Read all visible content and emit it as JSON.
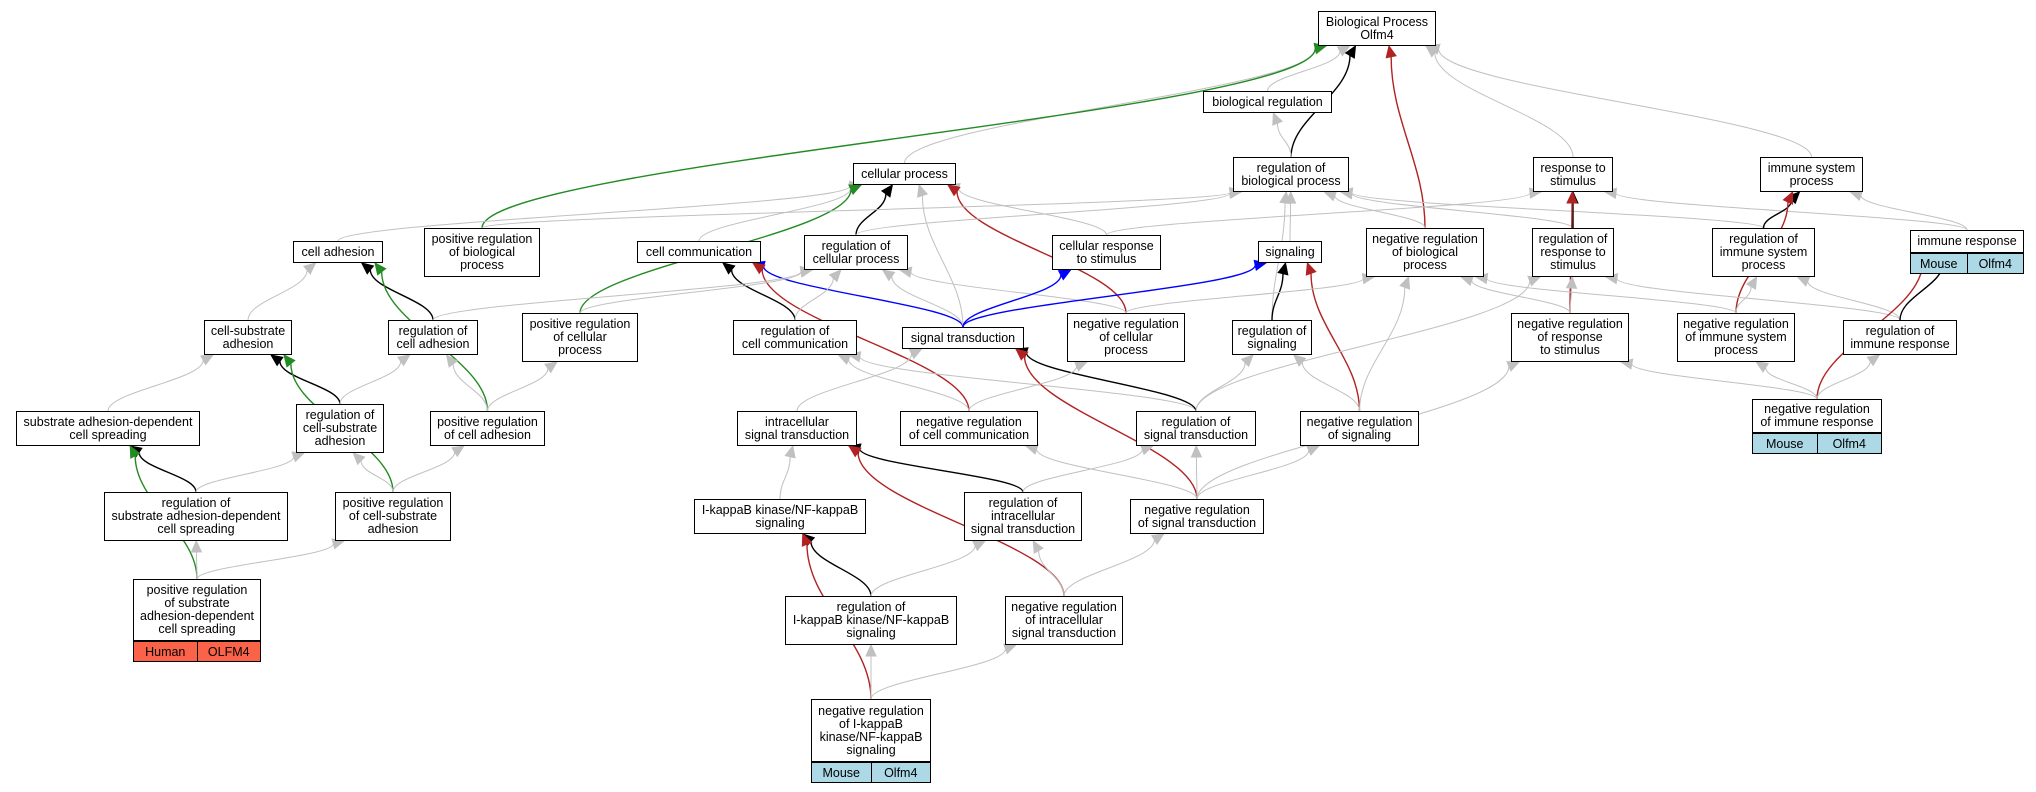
{
  "nodes": {
    "bp": "Biological Process\nOlfm4",
    "breg": "biological regulation",
    "cellproc": "cellular process",
    "regbp": "regulation of\nbiological process",
    "respstim": "response to\nstimulus",
    "immsys": "immune system\nprocess",
    "celladh": "cell adhesion",
    "posregbp": "positive regulation\nof biological\nprocess",
    "cellcomm": "cell communication",
    "regcp": "regulation of\ncellular process",
    "cellresp": "cellular response\nto stimulus",
    "signaling": "signaling",
    "negregbp": "negative regulation\nof biological\nprocess",
    "regresp": "regulation of\nresponse to\nstimulus",
    "regimmsys": "regulation of\nimmune system\nprocess",
    "immresp": "immune response",
    "cellsub": "cell-substrate\nadhesion",
    "regcelladh": "regulation of\ncell adhesion",
    "posregcp": "positive regulation\nof cellular\nprocess",
    "regcellcomm": "regulation of\ncell communication",
    "sigtrans": "signal transduction",
    "negregcp": "negative regulation\nof cellular\nprocess",
    "regsig": "regulation of\nsignaling",
    "negregresp": "negative regulation\nof response\nto stimulus",
    "negregimmsys": "negative regulation\nof immune system\nprocess",
    "regimmresp": "regulation of\nimmune response",
    "subadh": "substrate adhesion-dependent\ncell spreading",
    "regcellsub": "regulation of\ncell-substrate\nadhesion",
    "posregcelladh": "positive regulation\nof cell adhesion",
    "intrasig": "intracellular\nsignal transduction",
    "negregcellcomm": "negative regulation\nof cell communication",
    "regsigtrans": "regulation of\nsignal transduction",
    "negregsig": "negative regulation\nof signaling",
    "negregimmresp": "negative regulation\nof immune response",
    "regsubadh": "regulation of\nsubstrate adhesion-dependent\ncell spreading",
    "posregcellsub": "positive regulation\nof cell-substrate\nadhesion",
    "ikk": "I-kappaB kinase/NF-kappaB\nsignaling",
    "regintrasig": "regulation of\nintracellular\nsignal transduction",
    "negregsigtrans": "negative regulation\nof signal transduction",
    "posregsubadh": "positive regulation\nof substrate\nadhesion-dependent\ncell spreading",
    "regikk": "regulation of\nI-kappaB kinase/NF-kappaB\nsignaling",
    "negregintrasig": "negative regulation\nof intracellular\nsignal transduction",
    "negregikk": "negative regulation\nof I-kappaB\nkinase/NF-kappaB\nsignaling"
  },
  "annotations": {
    "immresp": [
      "Mouse",
      "Olfm4"
    ],
    "negregimmresp": [
      "Mouse",
      "Olfm4"
    ],
    "posregsubadh": [
      "Human",
      "OLFM4"
    ],
    "negregikk": [
      "Mouse",
      "Olfm4"
    ]
  },
  "colors": {
    "is_a": "#c0c0c0",
    "part_of": "#000000",
    "positively_regulates": "#228b22",
    "negatively_regulates": "#b22222",
    "regulates": "#0000ff",
    "mouse_annotation": "#add8e6",
    "human_annotation": "#fa6347"
  },
  "edges": [
    [
      "cellproc",
      "bp",
      "gray"
    ],
    [
      "breg",
      "bp",
      "gray"
    ],
    [
      "regbp",
      "bp",
      "black"
    ],
    [
      "respstim",
      "bp",
      "gray"
    ],
    [
      "immsys",
      "bp",
      "gray"
    ],
    [
      "posregbp",
      "bp",
      "green"
    ],
    [
      "negregbp",
      "bp",
      "red"
    ],
    [
      "regbp",
      "breg",
      "gray"
    ],
    [
      "celladh",
      "cellproc",
      "gray"
    ],
    [
      "cellcomm",
      "cellproc",
      "gray"
    ],
    [
      "regcp",
      "cellproc",
      "black"
    ],
    [
      "cellresp",
      "cellproc",
      "gray"
    ],
    [
      "sigtrans",
      "cellproc",
      "gray"
    ],
    [
      "negregcp",
      "cellproc",
      "red"
    ],
    [
      "posregcp",
      "cellproc",
      "green"
    ],
    [
      "regcp",
      "regbp",
      "gray"
    ],
    [
      "posregbp",
      "regbp",
      "gray"
    ],
    [
      "negregbp",
      "regbp",
      "gray"
    ],
    [
      "regresp",
      "regbp",
      "gray"
    ],
    [
      "regimmsys",
      "regbp",
      "gray"
    ],
    [
      "signaling",
      "regbp",
      "gray"
    ],
    [
      "regsig",
      "regbp",
      "gray"
    ],
    [
      "cellresp",
      "respstim",
      "gray"
    ],
    [
      "regresp",
      "respstim",
      "black"
    ],
    [
      "negregresp",
      "respstim",
      "red"
    ],
    [
      "immresp",
      "respstim",
      "gray"
    ],
    [
      "regimmsys",
      "immsys",
      "black"
    ],
    [
      "negregimmsys",
      "immsys",
      "red"
    ],
    [
      "immresp",
      "immsys",
      "gray"
    ],
    [
      "cellsub",
      "celladh",
      "gray"
    ],
    [
      "regcelladh",
      "celladh",
      "black"
    ],
    [
      "posregcelladh",
      "celladh",
      "green"
    ],
    [
      "regcellcomm",
      "cellcomm",
      "black"
    ],
    [
      "sigtrans",
      "cellcomm",
      "blue"
    ],
    [
      "negregcellcomm",
      "cellcomm",
      "red"
    ],
    [
      "posregcp",
      "regcp",
      "gray"
    ],
    [
      "regcellcomm",
      "regcp",
      "gray"
    ],
    [
      "sigtrans",
      "regcp",
      "gray"
    ],
    [
      "negregcp",
      "regcp",
      "gray"
    ],
    [
      "regcelladh",
      "regcp",
      "gray"
    ],
    [
      "sigtrans",
      "cellresp",
      "blue"
    ],
    [
      "sigtrans",
      "signaling",
      "blue"
    ],
    [
      "regsig",
      "signaling",
      "black"
    ],
    [
      "negregsig",
      "signaling",
      "red"
    ],
    [
      "negregcp",
      "negregbp",
      "gray"
    ],
    [
      "negregresp",
      "negregbp",
      "gray"
    ],
    [
      "negregsig",
      "negregbp",
      "gray"
    ],
    [
      "negregimmsys",
      "negregbp",
      "gray"
    ],
    [
      "negregresp",
      "regresp",
      "gray"
    ],
    [
      "regimmresp",
      "regresp",
      "gray"
    ],
    [
      "regsigtrans",
      "regresp",
      "gray"
    ],
    [
      "negregimmsys",
      "regimmsys",
      "gray"
    ],
    [
      "regimmresp",
      "regimmsys",
      "gray"
    ],
    [
      "regimmresp",
      "immresp",
      "black"
    ],
    [
      "negregimmresp",
      "immresp",
      "red"
    ],
    [
      "subadh",
      "cellsub",
      "gray"
    ],
    [
      "regcellsub",
      "cellsub",
      "black"
    ],
    [
      "posregcellsub",
      "cellsub",
      "green"
    ],
    [
      "regcellsub",
      "regcelladh",
      "gray"
    ],
    [
      "posregcelladh",
      "regcelladh",
      "gray"
    ],
    [
      "posregcelladh",
      "posregcp",
      "gray"
    ],
    [
      "negregcellcomm",
      "regcellcomm",
      "gray"
    ],
    [
      "regsigtrans",
      "regcellcomm",
      "gray"
    ],
    [
      "intrasig",
      "sigtrans",
      "gray"
    ],
    [
      "regsigtrans",
      "sigtrans",
      "black"
    ],
    [
      "negregsigtrans",
      "sigtrans",
      "red"
    ],
    [
      "negregcellcomm",
      "negregcp",
      "gray"
    ],
    [
      "regsigtrans",
      "regsig",
      "gray"
    ],
    [
      "negregsig",
      "regsig",
      "gray"
    ],
    [
      "negregsigtrans",
      "negregresp",
      "gray"
    ],
    [
      "negregimmresp",
      "negregresp",
      "gray"
    ],
    [
      "negregimmresp",
      "negregimmsys",
      "gray"
    ],
    [
      "negregimmresp",
      "regimmresp",
      "gray"
    ],
    [
      "regsubadh",
      "subadh",
      "black"
    ],
    [
      "posregsubadh",
      "subadh",
      "green"
    ],
    [
      "regsubadh",
      "regcellsub",
      "gray"
    ],
    [
      "posregcellsub",
      "regcellsub",
      "gray"
    ],
    [
      "posregcellsub",
      "posregcelladh",
      "gray"
    ],
    [
      "ikk",
      "intrasig",
      "gray"
    ],
    [
      "regintrasig",
      "intrasig",
      "black"
    ],
    [
      "negregintrasig",
      "intrasig",
      "red"
    ],
    [
      "negregsigtrans",
      "negregcellcomm",
      "gray"
    ],
    [
      "regintrasig",
      "regsigtrans",
      "gray"
    ],
    [
      "negregsigtrans",
      "regsigtrans",
      "gray"
    ],
    [
      "negregsigtrans",
      "negregsig",
      "gray"
    ],
    [
      "posregsubadh",
      "regsubadh",
      "gray"
    ],
    [
      "posregsubadh",
      "posregcellsub",
      "gray"
    ],
    [
      "regikk",
      "ikk",
      "black"
    ],
    [
      "negregikk",
      "ikk",
      "red"
    ],
    [
      "regikk",
      "regintrasig",
      "gray"
    ],
    [
      "negregintrasig",
      "regintrasig",
      "gray"
    ],
    [
      "negregintrasig",
      "negregsigtrans",
      "gray"
    ],
    [
      "negregikk",
      "regikk",
      "gray"
    ],
    [
      "negregikk",
      "negregintrasig",
      "gray"
    ]
  ]
}
